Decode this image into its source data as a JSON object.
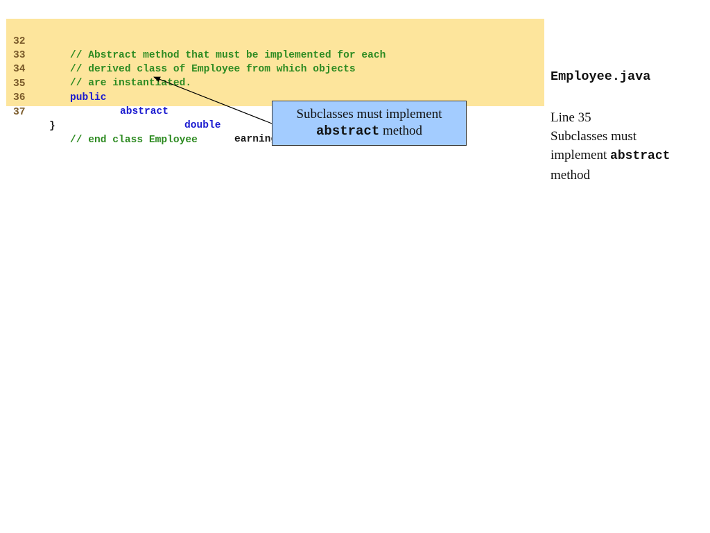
{
  "code_listing": {
    "lines": [
      {
        "number": "32",
        "segments": [
          {
            "kind": "comment",
            "text": "// Abstract method that must be implemented for each"
          }
        ]
      },
      {
        "number": "33",
        "segments": [
          {
            "kind": "comment",
            "text": "// derived class of Employee from which objects"
          }
        ]
      },
      {
        "number": "34",
        "segments": [
          {
            "kind": "comment",
            "text": "// are instantiated."
          }
        ]
      },
      {
        "number": "35",
        "segments": [
          {
            "kind": "keyword",
            "text": "public"
          },
          {
            "kind": "keyword",
            "text": "abstract"
          },
          {
            "kind": "keyword",
            "text": "double"
          },
          {
            "kind": "plain",
            "text": "earnings();"
          }
        ]
      },
      {
        "number": "36",
        "segments": []
      },
      {
        "number": "37",
        "segments": [
          {
            "kind": "brace",
            "text": "}"
          },
          {
            "kind": "comment",
            "text": "// end class Employee"
          }
        ]
      }
    ]
  },
  "callout": {
    "line1": "Subclasses must implement",
    "code_word": "abstract",
    "line2_rest": " method"
  },
  "sidebar": {
    "file_name": "Employee.java",
    "note_line": "Line 35",
    "note_text_1": "Subclasses must",
    "note_text_2": "implement ",
    "note_code_word": "abstract",
    "note_text_3": "method"
  },
  "colors": {
    "code_background": "#fde59c",
    "comment": "#2e8b22",
    "keyword": "#1a1ad0",
    "callout_background": "#a3ccff"
  }
}
